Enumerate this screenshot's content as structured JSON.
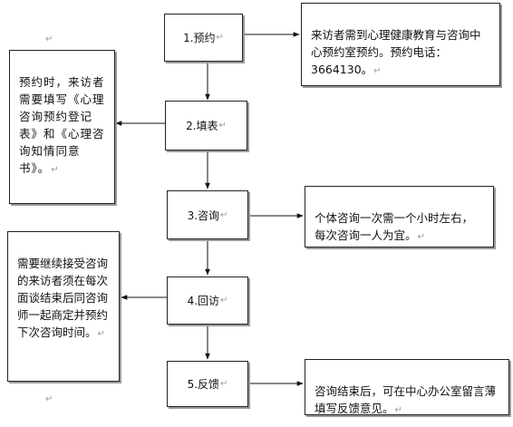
{
  "steps": [
    {
      "label": "1.预约"
    },
    {
      "label": "2.填表"
    },
    {
      "label": "3.咨询"
    },
    {
      "label": "4.回访"
    },
    {
      "label": "5.反馈"
    }
  ],
  "notes": {
    "appointment": "来访者需到心理健康教育与咨询中心预约室预约。预约电话：3664130。",
    "form": "预约时，来访者需要填写《心理咨询预约登记表》和《心理咨询知情同意书》。",
    "consult": "个体咨询一次需一个小时左右，每次咨询一人为宜。",
    "followup": "需要继续接受咨询的来访者须在每次面谈结束后同咨询师一起商定并预约下次咨询时间。",
    "feedback": "咨询结束后，可在中心办公室留言薄填写反馈意见。"
  },
  "return_mark": "↵"
}
